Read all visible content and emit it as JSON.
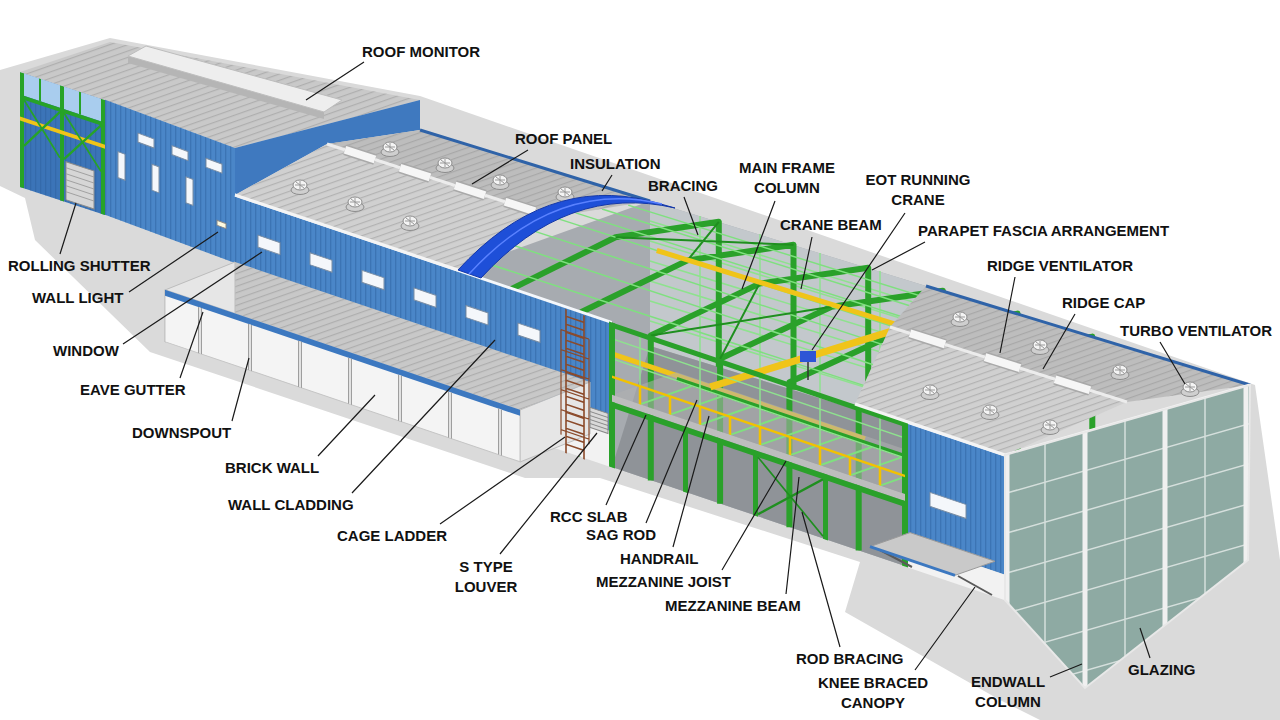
{
  "diagram": {
    "labels": [
      "ROOF MONITOR",
      "ROOF PANEL",
      "INSULATION",
      "BRACING",
      "MAIN FRAME COLUMN",
      "EOT RUNNING CRANE",
      "CRANE BEAM",
      "PARAPET FASCIA ARRANGEMENT",
      "RIDGE VENTILATOR",
      "RIDGE CAP",
      "TURBO VENTILATOR",
      "ROLLING SHUTTER",
      "WALL LIGHT",
      "WINDOW",
      "EAVE GUTTER",
      "DOWNSPOUT",
      "BRICK WALL",
      "WALL CLADDING",
      "RCC SLAB",
      "SAG ROD",
      "CAGE LADDER",
      "HANDRAIL",
      "S TYPE LOUVER",
      "MEZZANINE JOIST",
      "MEZZANINE BEAM",
      "ROD BRACING",
      "GLAZING",
      "KNEE BRACED CANOPY",
      "ENDWALL COLUMN"
    ]
  }
}
